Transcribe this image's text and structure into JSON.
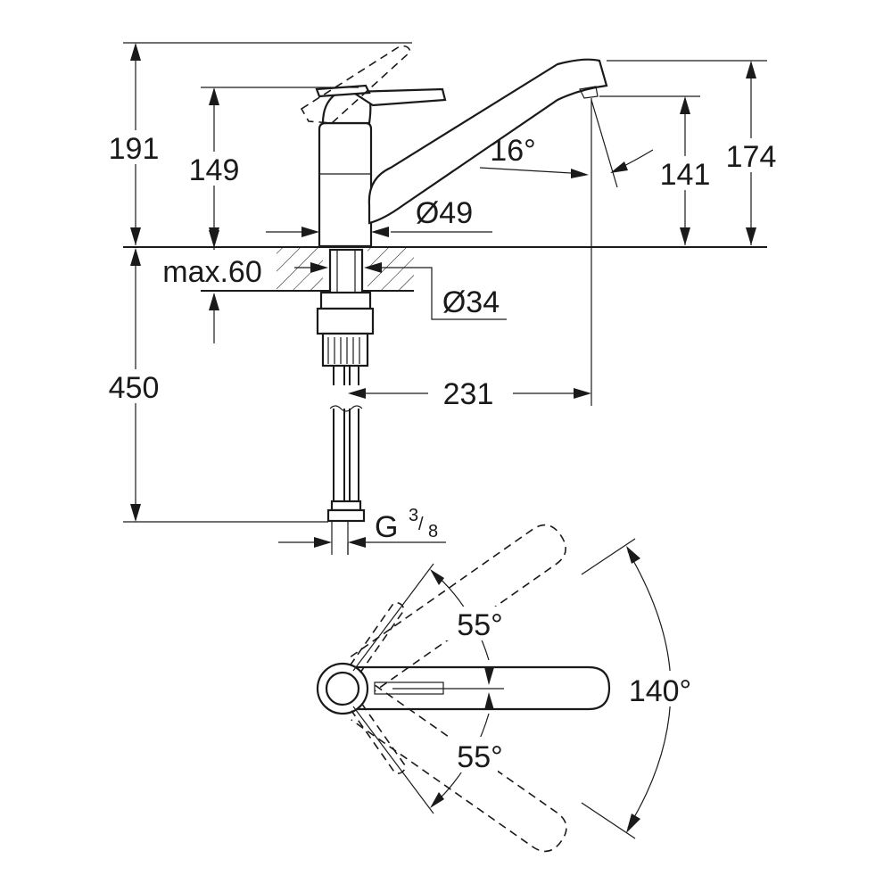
{
  "side_view": {
    "dims": {
      "total_height": "191",
      "lever_height": "149",
      "spout_height": "174",
      "outlet_height": "141",
      "spout_angle": "16°",
      "body_diameter": "Ø49",
      "deck_thickness": "max.60",
      "hole_diameter": "Ø34",
      "hose_length": "450",
      "reach": "231",
      "thread_main": "G",
      "thread_num": "3",
      "thread_den": "8"
    }
  },
  "top_view": {
    "dims": {
      "swivel_left": "55°",
      "swivel_right": "55°",
      "swivel_total": "140°"
    }
  }
}
